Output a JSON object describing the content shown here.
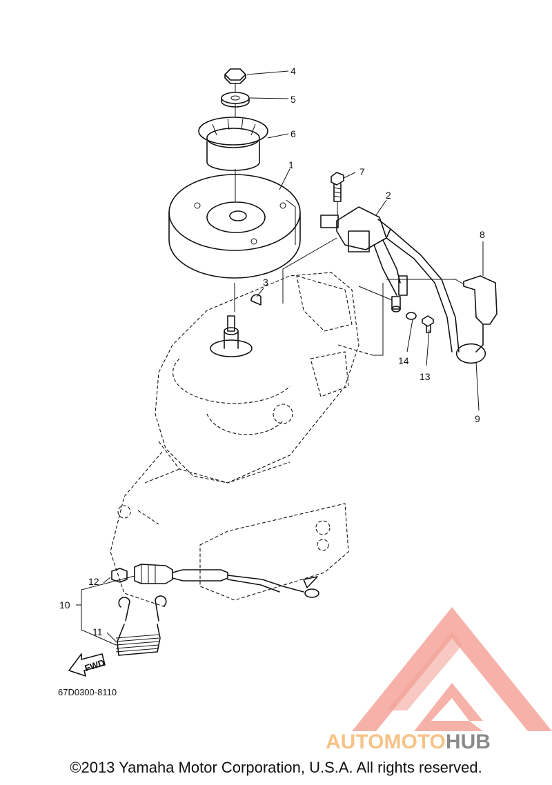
{
  "diagram": {
    "callouts": [
      {
        "id": "4",
        "label": "4"
      },
      {
        "id": "5",
        "label": "5"
      },
      {
        "id": "6",
        "label": "6"
      },
      {
        "id": "1",
        "label": "1"
      },
      {
        "id": "7",
        "label": "7"
      },
      {
        "id": "2",
        "label": "2"
      },
      {
        "id": "8",
        "label": "8"
      },
      {
        "id": "3",
        "label": "3"
      },
      {
        "id": "14",
        "label": "14"
      },
      {
        "id": "13",
        "label": "13"
      },
      {
        "id": "9",
        "label": "9"
      },
      {
        "id": "12",
        "label": "12"
      },
      {
        "id": "10",
        "label": "10"
      },
      {
        "id": "11",
        "label": "11"
      }
    ],
    "fwd_label": "FWD",
    "drawing_code": "67D0300-8110"
  },
  "watermark": {
    "brand_part1": "AUTOMOTO",
    "brand_part2": "HUB",
    "color_primary": "#f4a49a",
    "color_orange": "#f6c387",
    "color_gray": "#8a8a8a"
  },
  "footer": {
    "copyright": "©2013 Yamaha Motor Corporation, U.S.A. All rights reserved."
  }
}
